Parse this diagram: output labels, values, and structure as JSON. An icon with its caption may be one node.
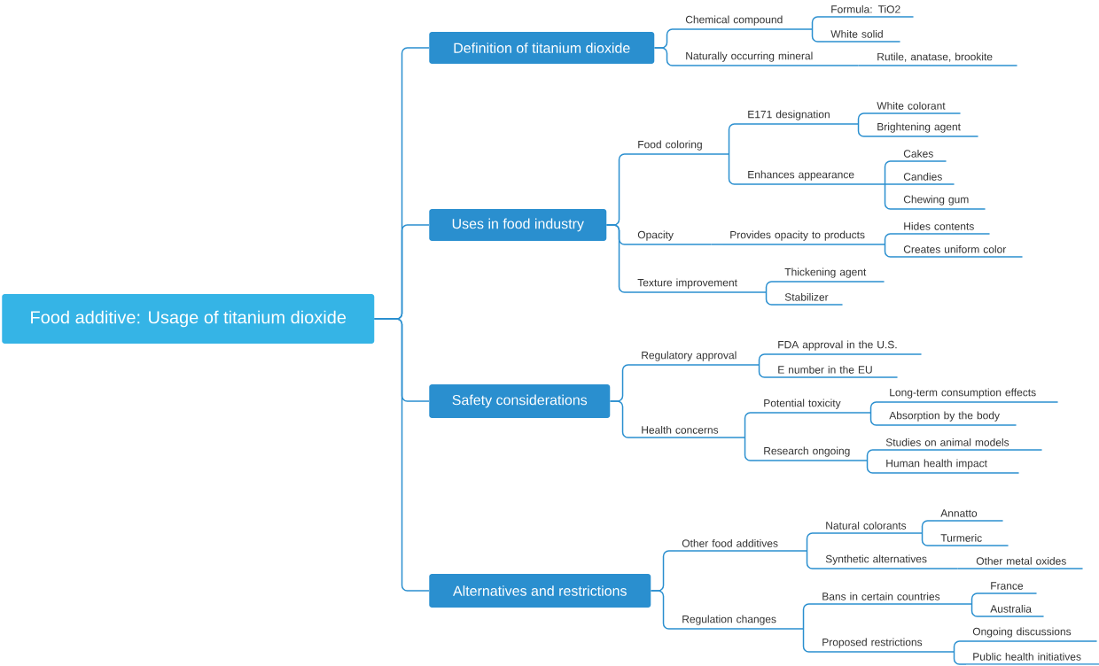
{
  "diagram": {
    "nodes": [
      {
        "text": [
          "Food additive: Usage of titanium dioxide"
        ]
      },
      {
        "text": [
          "Definition of titanium dioxide"
        ]
      },
      {
        "text": [
          "Chemical compound"
        ]
      },
      {
        "text": [
          "Formula: TiO2"
        ]
      },
      {
        "text": [
          "White solid"
        ]
      },
      {
        "text": [
          "Naturally occurring mineral"
        ]
      },
      {
        "text": [
          "Rutile, anatase, brookite"
        ]
      },
      {
        "text": [
          "Uses in food industry"
        ]
      },
      {
        "text": [
          "Food coloring"
        ]
      },
      {
        "text": [
          "E171 designation"
        ]
      },
      {
        "text": [
          "White colorant"
        ]
      },
      {
        "text": [
          "Brightening agent"
        ]
      },
      {
        "text": [
          "Enhances appearance"
        ]
      },
      {
        "text": [
          "Cakes"
        ]
      },
      {
        "text": [
          "Candies"
        ]
      },
      {
        "text": [
          "Chewing gum"
        ]
      },
      {
        "text": [
          "Opacity"
        ]
      },
      {
        "text": [
          "Provides opacity to products"
        ]
      },
      {
        "text": [
          "Hides contents"
        ]
      },
      {
        "text": [
          "Creates uniform color"
        ]
      },
      {
        "text": [
          "Texture improvement"
        ]
      },
      {
        "text": [
          "Thickening agent"
        ]
      },
      {
        "text": [
          "Stabilizer"
        ]
      },
      {
        "text": [
          "Safety considerations"
        ]
      },
      {
        "text": [
          "Regulatory approval"
        ]
      },
      {
        "text": [
          "FDA approval in the U.S."
        ]
      },
      {
        "text": [
          "E number in the EU"
        ]
      },
      {
        "text": [
          "Health concerns"
        ]
      },
      {
        "text": [
          "Potential toxicity"
        ]
      },
      {
        "text": [
          "Long-term consumption effects"
        ]
      },
      {
        "text": [
          "Absorption by the body"
        ]
      },
      {
        "text": [
          "Research ongoing"
        ]
      },
      {
        "text": [
          "Studies on animal models"
        ]
      },
      {
        "text": [
          "Human health impact"
        ]
      },
      {
        "text": [
          "Alternatives and restrictions"
        ]
      },
      {
        "text": [
          "Other food additives"
        ]
      },
      {
        "text": [
          "Natural colorants"
        ]
      },
      {
        "text": [
          "Annatto"
        ]
      },
      {
        "text": [
          "Turmeric"
        ]
      },
      {
        "text": [
          "Synthetic alternatives"
        ]
      },
      {
        "text": [
          "Other metal oxides"
        ]
      },
      {
        "text": [
          "Regulation changes"
        ]
      },
      {
        "text": [
          "Bans in certain countries"
        ]
      },
      {
        "text": [
          "France"
        ]
      },
      {
        "text": [
          "Australia"
        ]
      },
      {
        "text": [
          "Proposed restrictions"
        ]
      },
      {
        "text": [
          "Ongoing discussions"
        ]
      },
      {
        "text": [
          "Public health initiatives"
        ]
      }
    ],
    "edges": [
      {
        "from": 0,
        "to": 1,
        "arrow": "none"
      },
      {
        "from": 0,
        "to": 7,
        "arrow": "none"
      },
      {
        "from": 0,
        "to": 23,
        "arrow": "none"
      },
      {
        "from": 0,
        "to": 34,
        "arrow": "none"
      },
      {
        "from": 1,
        "to": 2,
        "arrow": "none"
      },
      {
        "from": 1,
        "to": 5,
        "arrow": "none"
      },
      {
        "from": 2,
        "to": 3,
        "arrow": "none"
      },
      {
        "from": 2,
        "to": 4,
        "arrow": "none"
      },
      {
        "from": 5,
        "to": 6,
        "arrow": "none"
      },
      {
        "from": 7,
        "to": 8,
        "arrow": "none"
      },
      {
        "from": 7,
        "to": 16,
        "arrow": "none"
      },
      {
        "from": 7,
        "to": 20,
        "arrow": "none"
      },
      {
        "from": 8,
        "to": 9,
        "arrow": "none"
      },
      {
        "from": 8,
        "to": 12,
        "arrow": "none"
      },
      {
        "from": 9,
        "to": 10,
        "arrow": "none"
      },
      {
        "from": 9,
        "to": 11,
        "arrow": "none"
      },
      {
        "from": 12,
        "to": 13,
        "arrow": "none"
      },
      {
        "from": 12,
        "to": 14,
        "arrow": "none"
      },
      {
        "from": 12,
        "to": 15,
        "arrow": "none"
      },
      {
        "from": 16,
        "to": 17,
        "arrow": "none"
      },
      {
        "from": 17,
        "to": 18,
        "arrow": "none"
      },
      {
        "from": 17,
        "to": 19,
        "arrow": "none"
      },
      {
        "from": 20,
        "to": 21,
        "arrow": "none"
      },
      {
        "from": 20,
        "to": 22,
        "arrow": "none"
      },
      {
        "from": 23,
        "to": 24,
        "arrow": "none"
      },
      {
        "from": 23,
        "to": 27,
        "arrow": "none"
      },
      {
        "from": 24,
        "to": 25,
        "arrow": "none"
      },
      {
        "from": 24,
        "to": 26,
        "arrow": "none"
      },
      {
        "from": 27,
        "to": 28,
        "arrow": "none"
      },
      {
        "from": 27,
        "to": 31,
        "arrow": "none"
      },
      {
        "from": 28,
        "to": 29,
        "arrow": "none"
      },
      {
        "from": 28,
        "to": 30,
        "arrow": "none"
      },
      {
        "from": 31,
        "to": 32,
        "arrow": "none"
      },
      {
        "from": 31,
        "to": 33,
        "arrow": "none"
      },
      {
        "from": 34,
        "to": 35,
        "arrow": "none"
      },
      {
        "from": 34,
        "to": 41,
        "arrow": "none"
      },
      {
        "from": 35,
        "to": 36,
        "arrow": "none"
      },
      {
        "from": 35,
        "to": 39,
        "arrow": "none"
      },
      {
        "from": 36,
        "to": 37,
        "arrow": "none"
      },
      {
        "from": 36,
        "to": 38,
        "arrow": "none"
      },
      {
        "from": 39,
        "to": 40,
        "arrow": "none"
      },
      {
        "from": 41,
        "to": 42,
        "arrow": "none"
      },
      {
        "from": 41,
        "to": 45,
        "arrow": "none"
      },
      {
        "from": 42,
        "to": 43,
        "arrow": "none"
      },
      {
        "from": 42,
        "to": 44,
        "arrow": "none"
      },
      {
        "from": 45,
        "to": 46,
        "arrow": "none"
      },
      {
        "from": 45,
        "to": 47,
        "arrow": "none"
      }
    ]
  }
}
